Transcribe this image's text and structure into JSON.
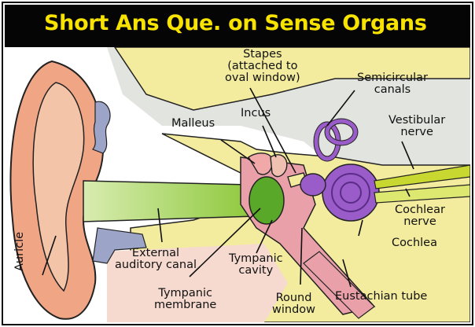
{
  "title": "Short Ans Que. on Sense Organs",
  "labels": {
    "stapes": "Stapes\n(attached to\noval window)",
    "semicircular": "Semicircular\ncanals",
    "incus": "Incus",
    "malleus": "Malleus",
    "vestibular": "Vestibular\nnerve",
    "cochlear_nerve": "Cochlear\nnerve",
    "cochlea": "Cochlea",
    "external_canal": "External\nauditory canal",
    "tympanic_cavity": "Tympanic\ncavity",
    "tympanic_membrane": "Tympanic\nmembrane",
    "round_window": "Round\nwindow",
    "eustachian": "Eustachian tube",
    "auricle": "Auricle"
  },
  "colors": {
    "title_bg": "#050505",
    "title_text": "#f8e200",
    "skin": "#f3c4a8",
    "bone": "#f3ec9e",
    "canal": "#9ccc3c",
    "membrane": "#5aa82a",
    "cochlea": "#9a5cc8",
    "middle_ear": "#e9a0a8",
    "nerve": "#c8d830",
    "cartilage": "#9ca4c8"
  }
}
